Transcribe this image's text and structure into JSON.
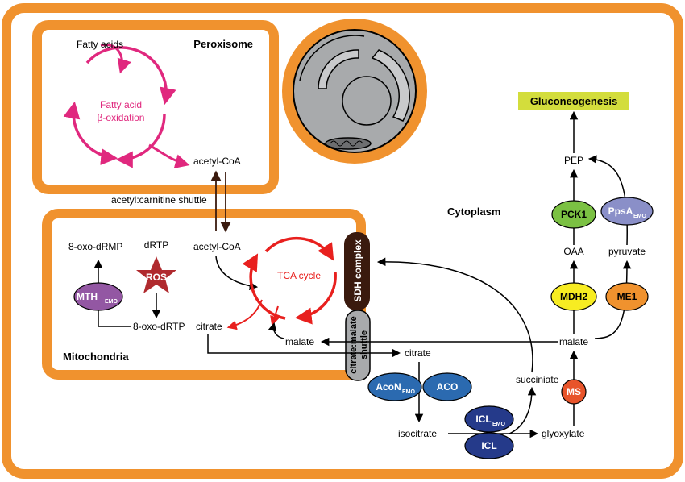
{
  "colors": {
    "orange": "#F0922E",
    "red": "#E8201E",
    "magenta": "#E0287E",
    "dark_brown": "#3A1A0E",
    "green": "#7BC143",
    "yellow": "#F7EC22",
    "purple": "#9357A3",
    "navy": "#253A8A",
    "blue": "#2B6AB0",
    "lavender": "#8A8FC8",
    "ms_orange": "#E8542A",
    "ros_red": "#B02A2E",
    "highlight": "#D3DD3C",
    "gray": "#A8AAAC"
  },
  "compartments": {
    "peroxisome": "Peroxisome",
    "mitochondria": "Mitochondria",
    "cytoplasm": "Cytoplasm"
  },
  "cycles": {
    "beta_oxidation_line1": "Fatty acid",
    "beta_oxidation_line2": "β-oxidation",
    "tca": "TCA cycle"
  },
  "metabolites": {
    "fatty_acids": "Fatty acids",
    "acetyl_coa_perox": "acetyl-CoA",
    "acetyl_coa_mito": "acetyl-CoA",
    "citrate_mito": "citrate",
    "malate_mito": "malate",
    "dRTP": "dRTP",
    "oxo_dRTP": "8-oxo-dRTP",
    "oxo_dRMP": "8-oxo-dRMP",
    "citrate_cyto": "citrate",
    "isocitrate": "isocitrate",
    "glyoxylate": "glyoxylate",
    "succiniate": "succiniate",
    "malate_cyto": "malate",
    "oaa": "OAA",
    "pyruvate": "pyruvate",
    "pep": "PEP",
    "gluconeogenesis": "Gluconeogenesis"
  },
  "transport": {
    "acetyl_carnitine_shuttle": "acetyl:carnitine shuttle",
    "sdh_complex": "SDH complex",
    "citrate_malate_shuttle_1": "citrate:malate",
    "citrate_malate_shuttle_2": "shuttle"
  },
  "enzymes": {
    "ros": "ROS",
    "mth": "MTH",
    "mth_sub": "EMO",
    "acon": "AcoN",
    "acon_sub": "EMO",
    "aco": "ACO",
    "icl_emo": "ICL",
    "icl_emo_sub": "EMO",
    "icl": "ICL",
    "ms": "MS",
    "mdh2": "MDH2",
    "me1": "ME1",
    "pck1": "PCK1",
    "ppsa": "PpsA",
    "ppsa_sub": "EMO"
  }
}
